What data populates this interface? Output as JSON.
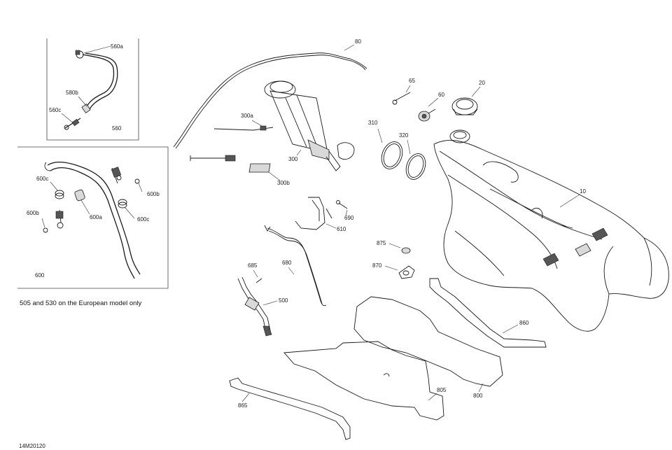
{
  "drawing_id": "14M20120",
  "note": "505 and 530 on the European model only",
  "callouts": {
    "c560a": "560a",
    "c580b": "580b",
    "c560c": "560c",
    "c560": "560",
    "c600c_left": "600c",
    "c600b_right": "600b",
    "c600b_left": "600b",
    "c600a": "600a",
    "c600c_right": "600c",
    "c600": "600",
    "c80": "80",
    "c300a": "300a",
    "c300": "300",
    "c300b": "300b",
    "c65": "65",
    "c60": "60",
    "c20": "20",
    "c310": "310",
    "c320": "320",
    "c10": "10",
    "c690": "690",
    "c610": "610",
    "c875": "875",
    "c870": "870",
    "c685": "685",
    "c680": "680",
    "c500": "500",
    "c860": "860",
    "c805": "805",
    "c800": "800",
    "c865": "865"
  }
}
